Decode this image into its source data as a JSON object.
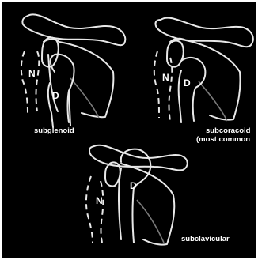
{
  "labels": {
    "normal": "N",
    "dislocated": "D"
  },
  "captions": {
    "subglenoid": "subglenoid",
    "subcoracoid_line1": "subcoracoid",
    "subcoracoid_line2": "(most common",
    "subclavicular": "subclavicular"
  },
  "colors": {
    "background": "#000000",
    "line": "#e8e8e8",
    "faint_line": "#7a7a7a",
    "border": "#ffffff"
  }
}
